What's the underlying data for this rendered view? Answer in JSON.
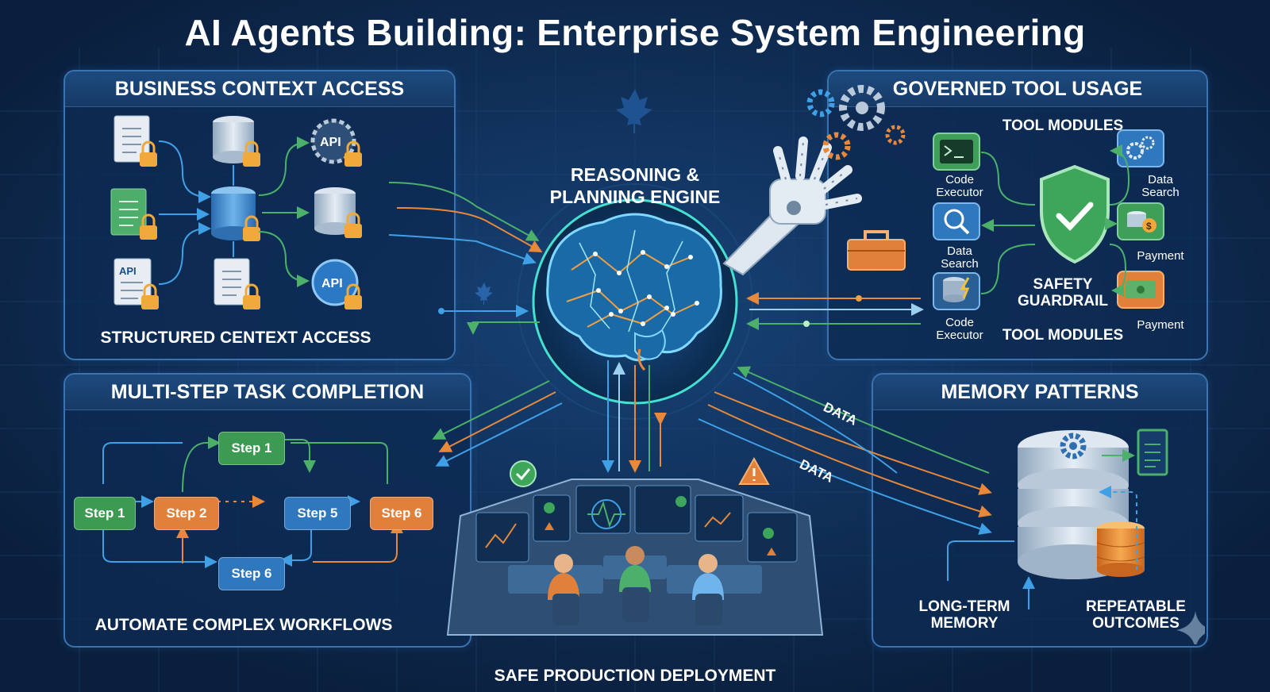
{
  "title": "AI Agents Building: Enterprise System Engineering",
  "engine": {
    "title": "REASONING &\nPLANNING ENGINE"
  },
  "business_context": {
    "header": "BUSINESS CONTEXT ACCESS",
    "caption": "STRUCTURED CENTEXT ACCESS",
    "api_badges": [
      "API",
      "API",
      "API"
    ]
  },
  "governed_tools": {
    "header": "GOVERNED TOOL USAGE",
    "modules_top": "TOOL MODULES",
    "modules_bottom": "TOOL MODULES",
    "guardrail": "SAFETY\nGUARDRAIL",
    "left_tools": [
      "Code\nExecutor",
      "Data\nSearch",
      "Code\nExecutor"
    ],
    "right_tools": [
      "Data\nSearch",
      "Payment",
      "Payment"
    ]
  },
  "multi_step": {
    "header": "MULTI-STEP TASK COMPLETION",
    "caption": "AUTOMATE COMPLEX WORKFLOWS",
    "steps": [
      "Step 1",
      "Step 1",
      "Step 2",
      "Step 5",
      "Step 6",
      "Step 6"
    ]
  },
  "memory": {
    "header": "MEMORY PATTERNS",
    "long_term": "LONG-TERM\nMEMORY",
    "repeatable": "REPEATABLE\nOUTCOMES",
    "data_labels": [
      "DATA",
      "DATA"
    ]
  },
  "deployment": {
    "caption": "SAFE PRODUCTION DEPLOYMENT"
  },
  "colors": {
    "background": "#0c2344",
    "panel_border": "#3a73b0",
    "green": "#4caf6a",
    "orange": "#e8883a",
    "blue": "#3fa0e6",
    "cyan_glow": "#44e0d0"
  }
}
